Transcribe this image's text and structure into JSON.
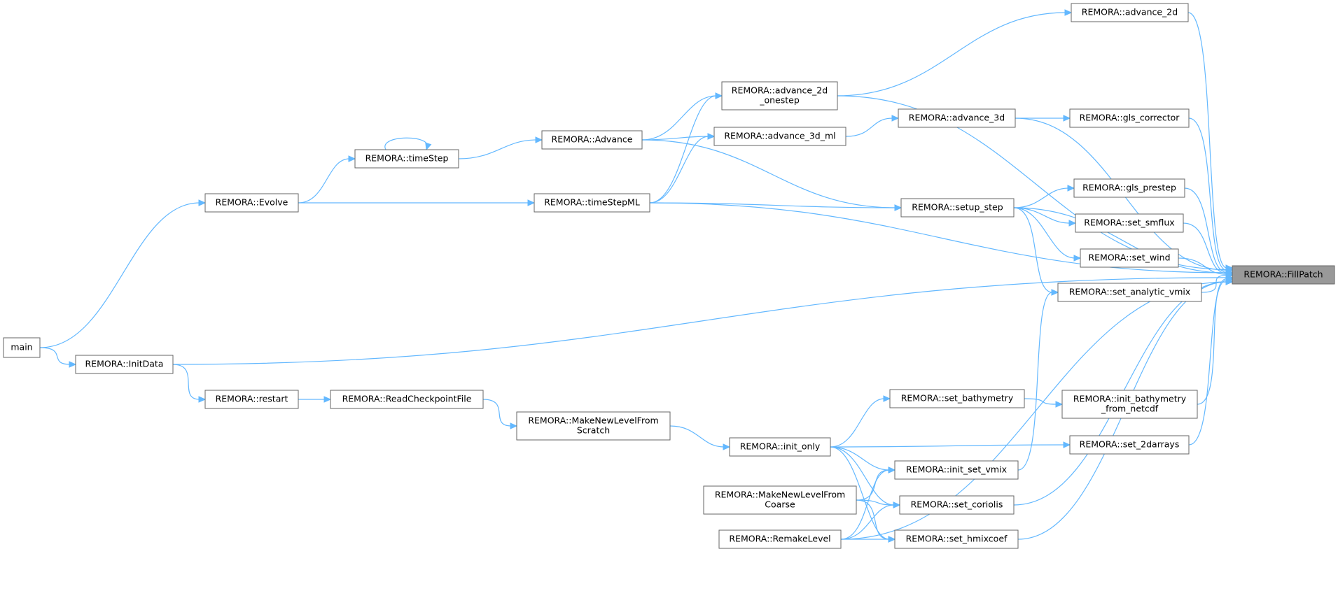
{
  "diagram": {
    "type": "call-graph",
    "colors": {
      "edge": "#63b8ff",
      "node_border": "#666666",
      "focus_fill": "#999999",
      "node_fill": "#ffffff"
    },
    "nodes": [
      {
        "id": "main",
        "lines": [
          "main"
        ]
      },
      {
        "id": "evolve",
        "lines": [
          "REMORA::Evolve"
        ]
      },
      {
        "id": "initdata",
        "lines": [
          "REMORA::InitData"
        ]
      },
      {
        "id": "timestep",
        "lines": [
          "REMORA::timeStep"
        ]
      },
      {
        "id": "restart",
        "lines": [
          "REMORA::restart"
        ]
      },
      {
        "id": "readckpt",
        "lines": [
          "REMORA::ReadCheckpointFile"
        ]
      },
      {
        "id": "advance",
        "lines": [
          "REMORA::Advance"
        ]
      },
      {
        "id": "timestepml",
        "lines": [
          "REMORA::timeStepML"
        ]
      },
      {
        "id": "mnlscratch",
        "lines": [
          "REMORA::MakeNewLevelFrom",
          "Scratch"
        ]
      },
      {
        "id": "adv2donestep",
        "lines": [
          "REMORA::advance_2d",
          "_onestep"
        ]
      },
      {
        "id": "adv3dml",
        "lines": [
          "REMORA::advance_3d_ml"
        ]
      },
      {
        "id": "initonly",
        "lines": [
          "REMORA::init_only"
        ]
      },
      {
        "id": "mnlcoarse",
        "lines": [
          "REMORA::MakeNewLevelFrom",
          "Coarse"
        ]
      },
      {
        "id": "remakelevel",
        "lines": [
          "REMORA::RemakeLevel"
        ]
      },
      {
        "id": "adv3d",
        "lines": [
          "REMORA::advance_3d"
        ]
      },
      {
        "id": "setupstep",
        "lines": [
          "REMORA::setup_step"
        ]
      },
      {
        "id": "setbathy",
        "lines": [
          "REMORA::set_bathymetry"
        ]
      },
      {
        "id": "initsetvmix",
        "lines": [
          "REMORA::init_set_vmix"
        ]
      },
      {
        "id": "setcoriolis",
        "lines": [
          "REMORA::set_coriolis"
        ]
      },
      {
        "id": "sethmixcoef",
        "lines": [
          "REMORA::set_hmixcoef"
        ]
      },
      {
        "id": "adv2d",
        "lines": [
          "REMORA::advance_2d"
        ]
      },
      {
        "id": "glscorrector",
        "lines": [
          "REMORA::gls_corrector"
        ]
      },
      {
        "id": "glsprestep",
        "lines": [
          "REMORA::gls_prestep"
        ]
      },
      {
        "id": "setsmflux",
        "lines": [
          "REMORA::set_smflux"
        ]
      },
      {
        "id": "setwind",
        "lines": [
          "REMORA::set_wind"
        ]
      },
      {
        "id": "setanalyticvmix",
        "lines": [
          "REMORA::set_analytic_vmix"
        ]
      },
      {
        "id": "initbathync",
        "lines": [
          "REMORA::init_bathymetry",
          "_from_netcdf"
        ]
      },
      {
        "id": "set2darrays",
        "lines": [
          "REMORA::set_2darrays"
        ]
      },
      {
        "id": "fillpatch",
        "lines": [
          "REMORA::FillPatch"
        ],
        "focus": true
      }
    ],
    "edges": [
      [
        "main",
        "evolve"
      ],
      [
        "main",
        "initdata"
      ],
      [
        "evolve",
        "timestep"
      ],
      [
        "evolve",
        "timestepml"
      ],
      [
        "timestep",
        "timestep"
      ],
      [
        "timestep",
        "advance"
      ],
      [
        "initdata",
        "restart"
      ],
      [
        "initdata",
        "fillpatch"
      ],
      [
        "restart",
        "readckpt"
      ],
      [
        "readckpt",
        "mnlscratch"
      ],
      [
        "advance",
        "adv2donestep"
      ],
      [
        "advance",
        "adv3dml"
      ],
      [
        "advance",
        "setupstep"
      ],
      [
        "timestepml",
        "adv2donestep"
      ],
      [
        "timestepml",
        "adv3dml"
      ],
      [
        "timestepml",
        "setupstep"
      ],
      [
        "timestepml",
        "fillpatch"
      ],
      [
        "mnlscratch",
        "initonly"
      ],
      [
        "adv2donestep",
        "adv2d"
      ],
      [
        "adv2donestep",
        "fillpatch"
      ],
      [
        "adv3dml",
        "adv3d"
      ],
      [
        "adv3d",
        "glscorrector"
      ],
      [
        "adv3d",
        "fillpatch"
      ],
      [
        "setupstep",
        "glsprestep"
      ],
      [
        "setupstep",
        "setsmflux"
      ],
      [
        "setupstep",
        "setwind"
      ],
      [
        "setupstep",
        "setanalyticvmix"
      ],
      [
        "setupstep",
        "fillpatch"
      ],
      [
        "initonly",
        "setbathy"
      ],
      [
        "initonly",
        "set2darrays"
      ],
      [
        "initonly",
        "initsetvmix"
      ],
      [
        "initonly",
        "setcoriolis"
      ],
      [
        "initonly",
        "sethmixcoef"
      ],
      [
        "mnlcoarse",
        "initsetvmix"
      ],
      [
        "mnlcoarse",
        "setcoriolis"
      ],
      [
        "mnlcoarse",
        "sethmixcoef"
      ],
      [
        "remakelevel",
        "initsetvmix"
      ],
      [
        "remakelevel",
        "setcoriolis"
      ],
      [
        "remakelevel",
        "sethmixcoef"
      ],
      [
        "remakelevel",
        "fillpatch"
      ],
      [
        "setbathy",
        "initbathync"
      ],
      [
        "initsetvmix",
        "setanalyticvmix"
      ],
      [
        "setcoriolis",
        "fillpatch"
      ],
      [
        "sethmixcoef",
        "fillpatch"
      ],
      [
        "adv2d",
        "fillpatch"
      ],
      [
        "glscorrector",
        "fillpatch"
      ],
      [
        "glsprestep",
        "fillpatch"
      ],
      [
        "setsmflux",
        "fillpatch"
      ],
      [
        "setwind",
        "fillpatch"
      ],
      [
        "setanalyticvmix",
        "fillpatch"
      ],
      [
        "initbathync",
        "fillpatch"
      ],
      [
        "set2darrays",
        "fillpatch"
      ]
    ]
  }
}
